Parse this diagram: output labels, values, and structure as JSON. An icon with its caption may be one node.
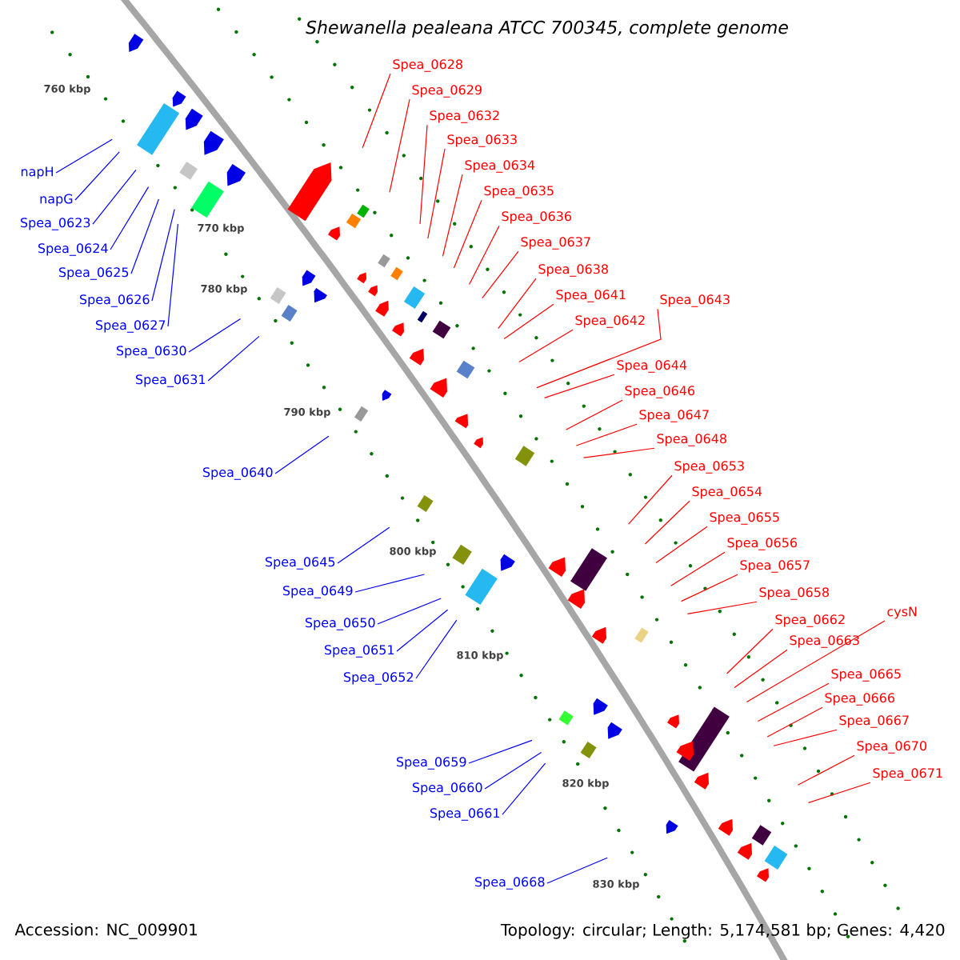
{
  "diagram": {
    "title": "Shewanella pealeana ATCC 700345, complete genome",
    "nodes": [
      {
        "text": [
          "napH"
        ]
      },
      {
        "text": [
          "napG"
        ]
      },
      {
        "text": [
          "Spea_0623"
        ]
      },
      {
        "text": [
          "Spea_0624"
        ]
      },
      {
        "text": [
          "Spea_0625"
        ]
      },
      {
        "text": [
          "Spea_0626"
        ]
      },
      {
        "text": [
          "Spea_0627"
        ]
      },
      {
        "text": [
          "Spea_0630"
        ]
      },
      {
        "text": [
          "Spea_0631"
        ]
      },
      {
        "text": [
          "Spea_0640"
        ]
      },
      {
        "text": [
          "Spea_0645"
        ]
      },
      {
        "text": [
          "Spea_0649"
        ]
      },
      {
        "text": [
          "Spea_0650"
        ]
      },
      {
        "text": [
          "Spea_0651"
        ]
      },
      {
        "text": [
          "Spea_0652"
        ]
      },
      {
        "text": [
          "Spea_0659"
        ]
      },
      {
        "text": [
          "Spea_0660"
        ]
      },
      {
        "text": [
          "Spea_0661"
        ]
      },
      {
        "text": [
          "Spea_0668"
        ]
      },
      {
        "text": [
          "Spea_0628"
        ]
      },
      {
        "text": [
          "Spea_0629"
        ]
      },
      {
        "text": [
          "Spea_0632"
        ]
      },
      {
        "text": [
          "Spea_0633"
        ]
      },
      {
        "text": [
          "Spea_0634"
        ]
      },
      {
        "text": [
          "Spea_0635"
        ]
      },
      {
        "text": [
          "Spea_0636"
        ]
      },
      {
        "text": [
          "Spea_0637"
        ]
      },
      {
        "text": [
          "Spea_0638"
        ]
      },
      {
        "text": [
          "Spea_0641"
        ]
      },
      {
        "text": [
          "Spea_0642"
        ]
      },
      {
        "text": [
          "Spea_0643"
        ]
      },
      {
        "text": [
          "Spea_0644"
        ]
      },
      {
        "text": [
          "Spea_0646"
        ]
      },
      {
        "text": [
          "Spea_0647"
        ]
      },
      {
        "text": [
          "Spea_0648"
        ]
      },
      {
        "text": [
          "Spea_0653"
        ]
      },
      {
        "text": [
          "Spea_0654"
        ]
      },
      {
        "text": [
          "Spea_0655"
        ]
      },
      {
        "text": [
          "Spea_0656"
        ]
      },
      {
        "text": [
          "Spea_0657"
        ]
      },
      {
        "text": [
          "Spea_0658"
        ]
      },
      {
        "text": [
          "Spea_0662"
        ]
      },
      {
        "text": [
          "cysN"
        ]
      },
      {
        "text": [
          "Spea_0663"
        ]
      },
      {
        "text": [
          "Spea_0665"
        ]
      },
      {
        "text": [
          "Spea_0666"
        ]
      },
      {
        "text": [
          "Spea_0667"
        ]
      },
      {
        "text": [
          "Spea_0670"
        ]
      },
      {
        "text": [
          "Spea_0671"
        ]
      }
    ],
    "edges": [
      {
        "from": 0,
        "to": null,
        "arrow": "none",
        "color": "#0000ff"
      },
      {
        "from": 1,
        "to": null,
        "arrow": "none",
        "color": "#0000ff"
      },
      {
        "from": 2,
        "to": null,
        "arrow": "none",
        "color": "#0000ff"
      },
      {
        "from": 3,
        "to": null,
        "arrow": "none",
        "color": "#0000ff"
      },
      {
        "from": 4,
        "to": null,
        "arrow": "none",
        "color": "#0000ff"
      },
      {
        "from": 5,
        "to": null,
        "arrow": "none",
        "color": "#0000ff"
      },
      {
        "from": 6,
        "to": null,
        "arrow": "none",
        "color": "#0000ff"
      },
      {
        "from": 7,
        "to": null,
        "arrow": "none",
        "color": "#0000ff"
      },
      {
        "from": 8,
        "to": null,
        "arrow": "none",
        "color": "#0000ff"
      },
      {
        "from": 9,
        "to": null,
        "arrow": "none",
        "color": "#0000ff"
      },
      {
        "from": 10,
        "to": null,
        "arrow": "none",
        "color": "#0000ff"
      },
      {
        "from": 11,
        "to": null,
        "arrow": "none",
        "color": "#0000ff"
      },
      {
        "from": 12,
        "to": null,
        "arrow": "none",
        "color": "#0000ff"
      },
      {
        "from": 13,
        "to": null,
        "arrow": "none",
        "color": "#0000ff"
      },
      {
        "from": 14,
        "to": null,
        "arrow": "none",
        "color": "#0000ff"
      },
      {
        "from": 15,
        "to": null,
        "arrow": "none",
        "color": "#0000ff"
      },
      {
        "from": 16,
        "to": null,
        "arrow": "none",
        "color": "#0000ff"
      },
      {
        "from": 17,
        "to": null,
        "arrow": "none",
        "color": "#0000ff"
      },
      {
        "from": 18,
        "to": null,
        "arrow": "none",
        "color": "#0000ff"
      },
      {
        "from": 19,
        "to": null,
        "arrow": "none"
      },
      {
        "from": 20,
        "to": null,
        "arrow": "none"
      },
      {
        "from": 21,
        "to": null,
        "arrow": "none"
      },
      {
        "from": 22,
        "to": null,
        "arrow": "none"
      },
      {
        "from": 23,
        "to": null,
        "arrow": "none"
      },
      {
        "from": 24,
        "to": null,
        "arrow": "none"
      },
      {
        "from": 25,
        "to": null,
        "arrow": "none"
      },
      {
        "from": 26,
        "to": null,
        "arrow": "none"
      },
      {
        "from": 27,
        "to": null,
        "arrow": "none"
      },
      {
        "from": 28,
        "to": null,
        "arrow": "none"
      },
      {
        "from": 29,
        "to": null,
        "arrow": "none"
      },
      {
        "from": 30,
        "to": null,
        "arrow": "none"
      },
      {
        "from": 31,
        "to": null,
        "arrow": "none"
      },
      {
        "from": 32,
        "to": null,
        "arrow": "none"
      },
      {
        "from": 33,
        "to": null,
        "arrow": "none"
      },
      {
        "from": 34,
        "to": null,
        "arrow": "none"
      },
      {
        "from": 35,
        "to": null,
        "arrow": "none"
      },
      {
        "from": 36,
        "to": null,
        "arrow": "none"
      },
      {
        "from": 37,
        "to": null,
        "arrow": "none"
      },
      {
        "from": 38,
        "to": null,
        "arrow": "none"
      },
      {
        "from": 39,
        "to": null,
        "arrow": "none"
      },
      {
        "from": 40,
        "to": null,
        "arrow": "none"
      },
      {
        "from": 41,
        "to": null,
        "arrow": "none"
      },
      {
        "from": 42,
        "to": null,
        "arrow": "none"
      },
      {
        "from": 43,
        "to": null,
        "arrow": "none"
      },
      {
        "from": 44,
        "to": null,
        "arrow": "none"
      },
      {
        "from": 45,
        "to": null,
        "arrow": "none"
      },
      {
        "from": 46,
        "to": null,
        "arrow": "none"
      },
      {
        "from": 47,
        "to": null,
        "arrow": "none"
      },
      {
        "from": 48,
        "to": null,
        "arrow": "none"
      }
    ],
    "labels": [
      "760 kbp",
      "770 kbp",
      "780 kbp",
      "790 kbp",
      "800 kbp",
      "810 kbp",
      "820 kbp",
      "830 kbp",
      "Accession: NC_009901",
      "Topology: circular; Length: 5,174,581 bp; Genes: 4,420"
    ]
  }
}
